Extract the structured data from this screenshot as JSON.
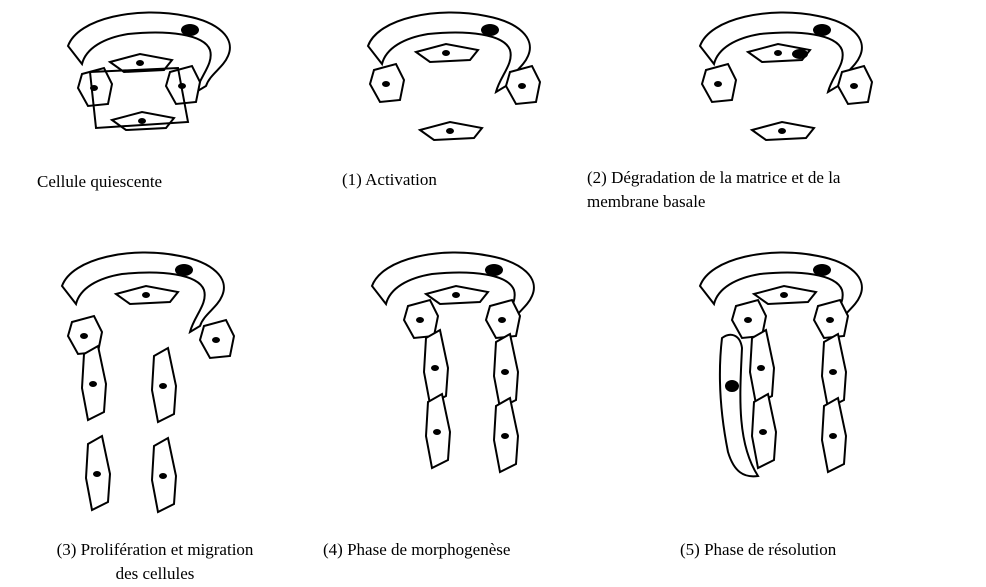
{
  "stages": [
    {
      "label": "Cellule quiescente"
    },
    {
      "label": "(1) Activation"
    },
    {
      "label_line1": "(2) Dégradation de la matrice et de la",
      "label_line2": "membrane basale"
    },
    {
      "label_line1": "(3) Prolifération et migration",
      "label_line2": "des cellules"
    },
    {
      "label": "(4) Phase de morphogenèse"
    },
    {
      "label": "(5) Phase de résolution"
    }
  ],
  "colors": {
    "ink": "#000000",
    "paper": "#ffffff"
  }
}
